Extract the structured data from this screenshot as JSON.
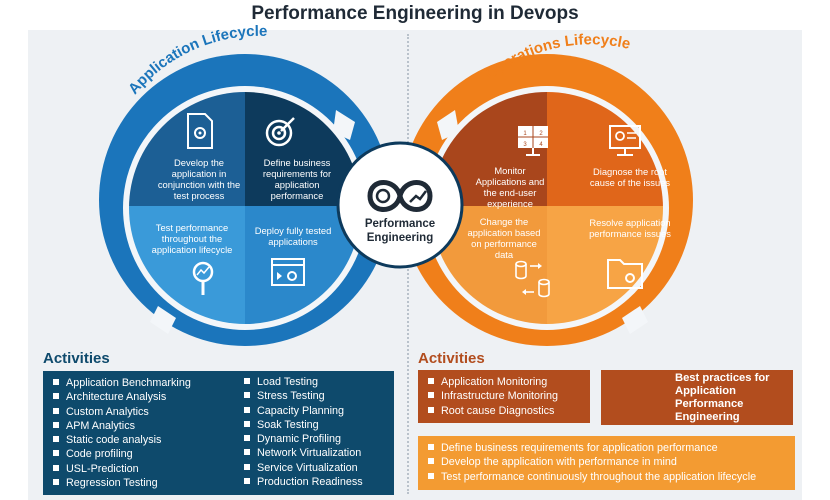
{
  "title": "Performance Engineering in Devops",
  "app_lifecycle": {
    "label": "Application Lifecycle",
    "quadrants": [
      "Develop the application in conjunction with the test process",
      "Define business requirements for application performance",
      "Test performance throughout the application lifecycle",
      "Deploy fully tested applications"
    ]
  },
  "ops_lifecycle": {
    "label": "Operations Lifecycle",
    "quadrants": [
      "Monitor Applications and the end-user experience",
      "Diagnose the root cause of the issues",
      "Change the application based on performance data",
      "Resolve application performance issues"
    ]
  },
  "center": {
    "line1": "Performance",
    "line2": "Engineering"
  },
  "monitor_grid": [
    "1",
    "2",
    "3",
    "4"
  ],
  "activities_left": {
    "heading": "Activities",
    "col1": [
      "Application Benchmarking",
      "Architecture Analysis",
      "Custom Analytics",
      "APM Analytics",
      "Static code analysis",
      "Code profiling",
      "USL-Prediction",
      "Regression Testing"
    ],
    "col2": [
      "Load Testing",
      "Stress Testing",
      "Capacity Planning",
      "Soak Testing",
      "Dynamic Profiling",
      "Network Virtualization",
      "Service Virtualization",
      "Production Readiness"
    ]
  },
  "activities_right": {
    "heading": "Activities",
    "items": [
      "Application Monitoring",
      "Infrastructure Monitoring",
      "Root cause Diagnostics"
    ]
  },
  "best_practices": {
    "title_lines": [
      "Best practices for",
      "Application",
      "Performance",
      "Engineering"
    ],
    "items": [
      "Define business requirements for application performance",
      "Develop the application with performance in mind",
      "Test performance continuously throughout the application lifecycle"
    ]
  },
  "colors": {
    "blue_dark": "#0d3a5c",
    "blue": "#1b75bb",
    "blue_light": "#3a9ad9",
    "orange_dark": "#a9461c",
    "orange": "#f07f1a",
    "orange_light": "#f7a445",
    "navy_box": "#0e4a6c",
    "rust_box": "#b24d1e",
    "orange_box": "#f39b32"
  }
}
